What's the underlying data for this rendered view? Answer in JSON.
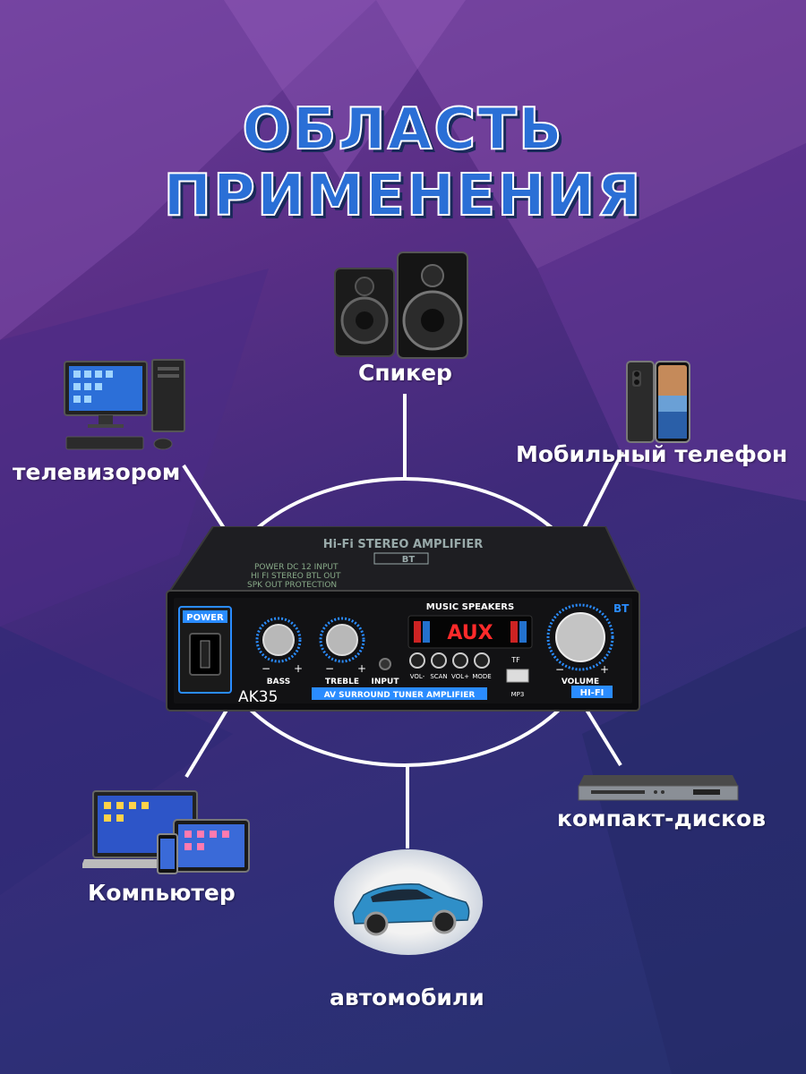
{
  "title": "ОБЛАСТЬ ПРИМЕНЕНИЯ",
  "labels": {
    "speaker": "Спикер",
    "tv": "телевизором",
    "phone": "Мобильный телефон",
    "computer": "Компьютер",
    "cd": "компакт-дисков",
    "car": "автомобили"
  },
  "amplifier": {
    "header": "Hi-Fi STEREO AMPLIFIER",
    "bt_badge": "BT",
    "spec_1": "POWER DC 12 INPUT",
    "spec_2": "HI FI STEREO BTL OUT",
    "spec_3": "SPK OUT PROTECTION",
    "power": "POWER",
    "bass": "BASS",
    "treble": "TREBLE",
    "input": "INPUT",
    "music_speakers": "MUSIC SPEAKERS",
    "display": "AUX",
    "vol_minus": "VOL-",
    "scan": "SCAN",
    "vol_plus": "VOL+",
    "mode": "MODE",
    "tf": "TF",
    "mp3": "MP3",
    "volume": "VOLUME",
    "bt": "BT",
    "model": "AK35",
    "strip": "AV SURROUND TUNER AMPLIFIER",
    "hifi": "HI-FI",
    "minus": "−",
    "plus": "+"
  },
  "colors": {
    "title_fill": "#2a6fd6",
    "accent_blue": "#2a8cff",
    "display_red": "#ff2a2a"
  }
}
